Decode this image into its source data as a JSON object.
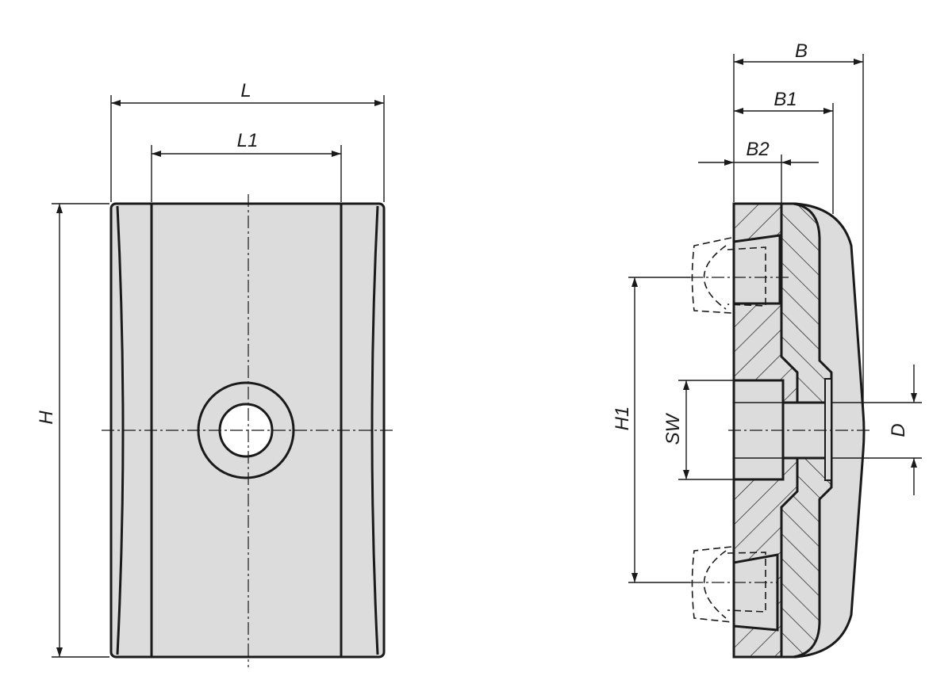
{
  "drawing": {
    "front_view": {
      "dimensions": {
        "length": "L",
        "inner_length": "L1",
        "height": "H"
      }
    },
    "section_view": {
      "dimensions": {
        "width": "B",
        "width_1": "B1",
        "width_2": "B2",
        "stud_spacing": "H1",
        "wrench_size": "SW",
        "bore_diameter": "D"
      }
    },
    "colors": {
      "part_fill": "#dcdcdc",
      "line": "#1a1a1a",
      "background": "#ffffff"
    }
  }
}
